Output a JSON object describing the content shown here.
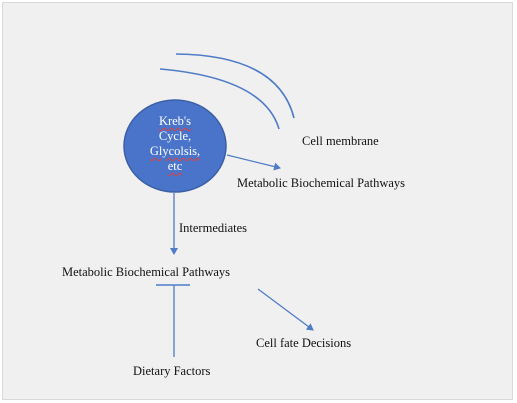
{
  "diagram": {
    "circle": {
      "lines": [
        "Kreb's",
        "Cycle,",
        "Glycolsis,",
        "etc"
      ],
      "spellcheck_underlined": [
        true,
        false,
        true,
        true
      ],
      "fill": "#4a74c9",
      "stroke": "#3b5fa6"
    },
    "labels": {
      "cell_membrane": "Cell membrane",
      "metabolic_pathways_upper": "Metabolic Biochemical Pathways",
      "intermediates": "Intermediates",
      "metabolic_pathways_lower": "Metabolic Biochemical Pathways",
      "cell_fate": "Cell fate Decisions",
      "dietary_factors": "Dietary Factors"
    },
    "colors": {
      "background": "#f0f0f0",
      "arrow": "#4f7cc7",
      "membrane": "#4f7cc7",
      "text": "#111111"
    }
  }
}
